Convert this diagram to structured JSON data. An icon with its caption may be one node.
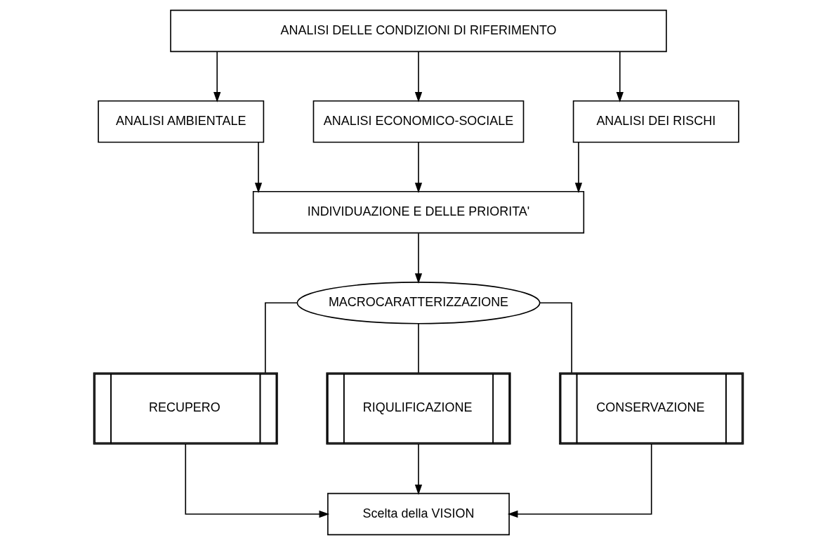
{
  "diagram": {
    "nodes": [
      {
        "text": [
          "ANALISI DELLE CONDIZIONI DI RIFERIMENTO"
        ]
      },
      {
        "text": [
          "ANALISI AMBIENTALE"
        ]
      },
      {
        "text": [
          "ANALISI ECONOMICO-SOCIALE"
        ]
      },
      {
        "text": [
          "ANALISI DEI RISCHI"
        ]
      },
      {
        "text": [
          "INDIVIDUAZIONE E DELLE PRIORITA'"
        ]
      },
      {
        "text": [
          "MACROCARATTERIZZAZIONE"
        ]
      },
      {
        "text": [
          "RECUPERO"
        ]
      },
      {
        "text": [
          "RIQULIFICAZIONE"
        ]
      },
      {
        "text": [
          "CONSERVAZIONE"
        ]
      },
      {
        "text": [
          "Scelta della VISION"
        ]
      }
    ],
    "edges": [
      {
        "from": 0,
        "to": 1,
        "arrow": "to"
      },
      {
        "from": 0,
        "to": 2,
        "arrow": "to"
      },
      {
        "from": 0,
        "to": 3,
        "arrow": "to"
      },
      {
        "from": 1,
        "to": 4,
        "arrow": "to"
      },
      {
        "from": 2,
        "to": 4,
        "arrow": "to"
      },
      {
        "from": 3,
        "to": 4,
        "arrow": "to"
      },
      {
        "from": 4,
        "to": 5,
        "arrow": "to"
      },
      {
        "from": 5,
        "to": 6,
        "arrow": "none"
      },
      {
        "from": 5,
        "to": 7,
        "arrow": "none"
      },
      {
        "from": 5,
        "to": 8,
        "arrow": "none"
      },
      {
        "from": 6,
        "to": 9,
        "arrow": "to"
      },
      {
        "from": 7,
        "to": 9,
        "arrow": "to"
      },
      {
        "from": 8,
        "to": 9,
        "arrow": "to"
      }
    ]
  }
}
